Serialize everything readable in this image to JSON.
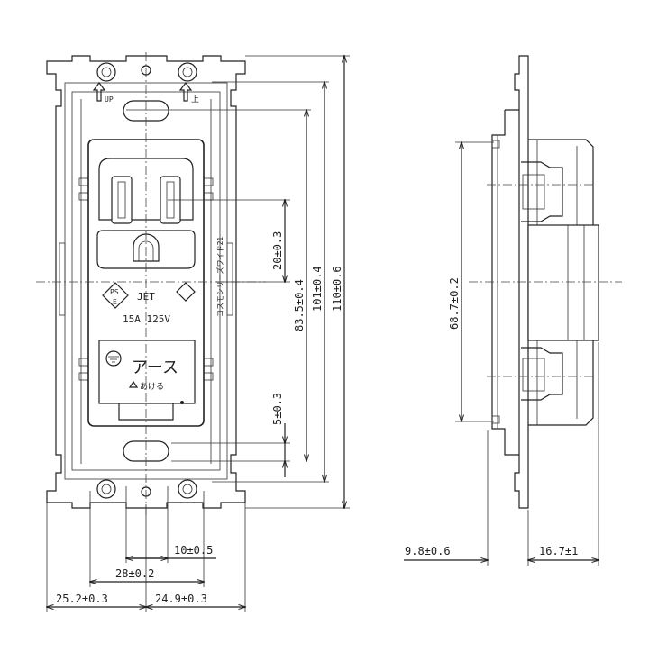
{
  "front": {
    "marks": {
      "up_left": "UP",
      "up_right": "上",
      "pse_top": "PS",
      "pse_bottom": "E",
      "jet": "JET",
      "rating": "15A 125V",
      "series": "コスモシリーズワイド21",
      "earth_label": "アース",
      "open_label": "あける"
    },
    "dimensions": {
      "d_20": "20±0.3",
      "d_83_5": "83.5±0.4",
      "d_101": "101±0.4",
      "d_110": "110±0.6",
      "d_5": "5±0.3",
      "d_10": "10±0.5",
      "d_28": "28±0.2",
      "d_25_2": "25.2±0.3",
      "d_24_9": "24.9±0.3"
    }
  },
  "side": {
    "dimensions": {
      "d_68_7": "68.7±0.2",
      "d_9_8": "9.8±0.6",
      "d_16_7": "16.7±1"
    }
  }
}
